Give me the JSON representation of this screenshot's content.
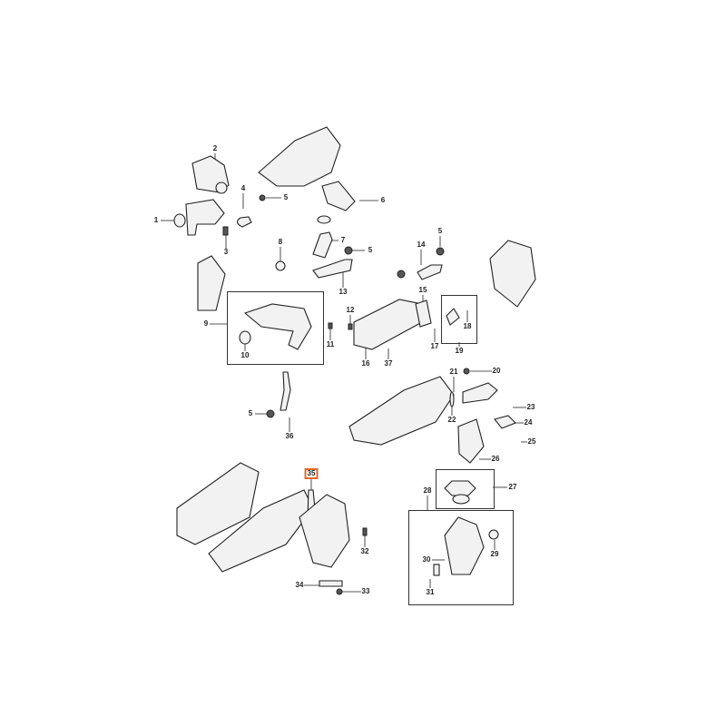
{
  "title": "EGR cooler, valve and intake manifold parts diagram",
  "highlight_color": "#e0682a",
  "callouts": [
    {
      "id": "c1",
      "text": "1"
    },
    {
      "id": "c2",
      "text": "2"
    },
    {
      "id": "c3",
      "text": "3"
    },
    {
      "id": "c4",
      "text": "4"
    },
    {
      "id": "c5a",
      "text": "5"
    },
    {
      "id": "c6",
      "text": "6"
    },
    {
      "id": "c7",
      "text": "7"
    },
    {
      "id": "c5b",
      "text": "5"
    },
    {
      "id": "c8",
      "text": "8"
    },
    {
      "id": "c13",
      "text": "13"
    },
    {
      "id": "c14",
      "text": "14"
    },
    {
      "id": "c5c",
      "text": "5"
    },
    {
      "id": "c15",
      "text": "15"
    },
    {
      "id": "c18",
      "text": "18"
    },
    {
      "id": "c17",
      "text": "17"
    },
    {
      "id": "c19",
      "text": "19"
    },
    {
      "id": "c9",
      "text": "9"
    },
    {
      "id": "c10",
      "text": "10"
    },
    {
      "id": "c12",
      "text": "12"
    },
    {
      "id": "c11",
      "text": "11"
    },
    {
      "id": "c16",
      "text": "16"
    },
    {
      "id": "c37",
      "text": "37"
    },
    {
      "id": "c20",
      "text": "20"
    },
    {
      "id": "c21",
      "text": "21"
    },
    {
      "id": "c22",
      "text": "22"
    },
    {
      "id": "c23",
      "text": "23"
    },
    {
      "id": "c24",
      "text": "24"
    },
    {
      "id": "c25",
      "text": "25"
    },
    {
      "id": "c26",
      "text": "26"
    },
    {
      "id": "c27",
      "text": "27"
    },
    {
      "id": "c28",
      "text": "28"
    },
    {
      "id": "c29",
      "text": "29"
    },
    {
      "id": "c30",
      "text": "30"
    },
    {
      "id": "c31",
      "text": "31"
    },
    {
      "id": "c32",
      "text": "32"
    },
    {
      "id": "c33",
      "text": "33"
    },
    {
      "id": "c34",
      "text": "34"
    },
    {
      "id": "c35",
      "text": "35"
    },
    {
      "id": "c36",
      "text": "36"
    },
    {
      "id": "c5d",
      "text": "5"
    }
  ]
}
